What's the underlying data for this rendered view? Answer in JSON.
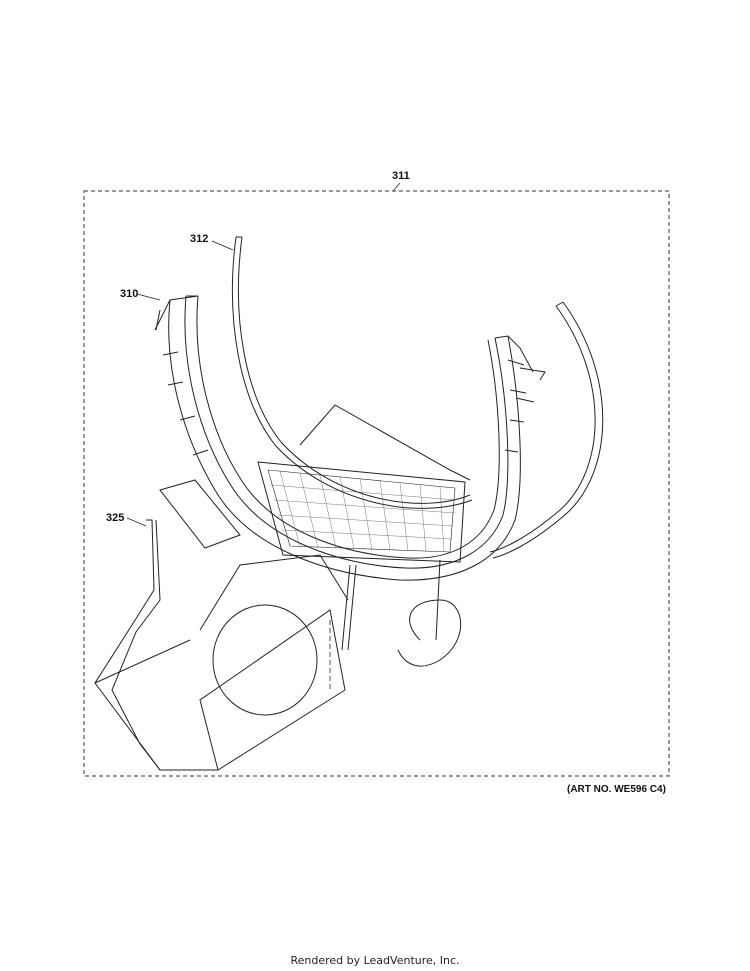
{
  "diagram": {
    "callouts": {
      "assembly": "311",
      "seal_upper": "312",
      "bulkhead": "310",
      "trap_duct": "325"
    },
    "art_number": "(ART NO. WE596 C4)"
  },
  "footer": {
    "rendered_by": "Rendered by LeadVenture, Inc."
  }
}
